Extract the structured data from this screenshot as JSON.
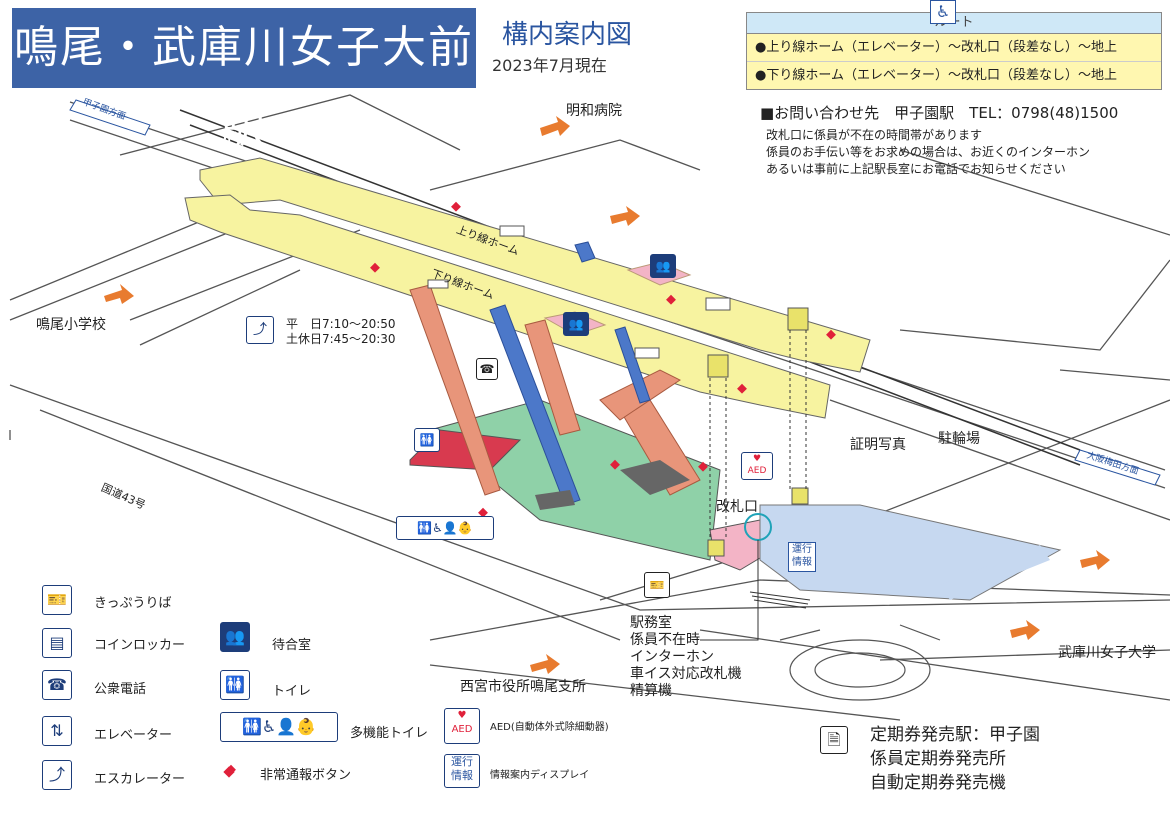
{
  "title": "鳴尾・武庫川女子大前駅",
  "subtitle": "構内案内図",
  "date": "2023年7月現在",
  "route": {
    "header": "ルート",
    "lines": [
      "●上り線ホーム（エレベーター）～改札口（段差なし）～地上",
      "●下り線ホーム（エレベーター）～改札口（段差なし）～地上"
    ]
  },
  "contact": "■お問い合わせ先　甲子園駅　TEL：0798(48)1500",
  "notes": [
    "改札口に係員が不在の時間帯があります",
    "係員のお手伝い等をお求めの場合は、お近くのインターホン",
    "あるいは事前に上記駅長室にお電話でお知らせください"
  ],
  "map": {
    "direction_top_left": "甲子園方面",
    "direction_right": "大阪梅田方面",
    "hospital": "明和病院",
    "school": "鳴尾小学校",
    "national_road": "国道43号",
    "upline_platform": "上り線ホーム",
    "downline_platform": "下り線ホーム",
    "escalator_hours_weekday": "平　日7:10～20:50",
    "escalator_hours_holiday": "土休日7:45～20:30",
    "photo_booth": "証明写真",
    "bicycle_parking": "駐輪場",
    "ticket_gate": "改札口",
    "info_display_label": "運行情報",
    "station_office_lines": [
      "駅務室",
      "係員不在時",
      "インターホン",
      "車イス対応改札機",
      "精算機"
    ],
    "city_office": "西宮市役所鳴尾支所",
    "university": "武庫川女子大学"
  },
  "commuter_pass": [
    "定期券発売駅：甲子園",
    "係員定期券発売所",
    "自動定期券発売機"
  ],
  "legend": [
    {
      "icon": "ticket-machine-icon",
      "label": "きっぷうりば"
    },
    {
      "icon": "coin-locker-icon",
      "label": "コインロッカー"
    },
    {
      "icon": "public-phone-icon",
      "label": "公衆電話"
    },
    {
      "icon": "elevator-icon",
      "label": "エレベーター"
    },
    {
      "icon": "escalator-icon",
      "label": "エスカレーター"
    },
    {
      "icon": "waiting-room-icon",
      "label": "待合室"
    },
    {
      "icon": "toilet-icon",
      "label": "トイレ"
    },
    {
      "icon": "multipurpose-toilet-icon",
      "label": "多機能トイレ"
    },
    {
      "icon": "emergency-button-icon",
      "label": "非常通報ボタン"
    },
    {
      "icon": "aed-icon",
      "label": "AED(自動体外式除細動器)"
    },
    {
      "icon": "info-display-icon",
      "label": "情報案内ディスプレイ"
    }
  ],
  "colors": {
    "title_bg": "#3d63a6",
    "platform": "#f7f3a0",
    "concourse": "#8fd1a8",
    "plaza": "#c6d8f0",
    "stairs": "#e8957a",
    "elevator": "#4c78c9",
    "toilet": "#d83a4f",
    "route_bg": "#fff7b0",
    "arrow": "#e87b2f"
  }
}
